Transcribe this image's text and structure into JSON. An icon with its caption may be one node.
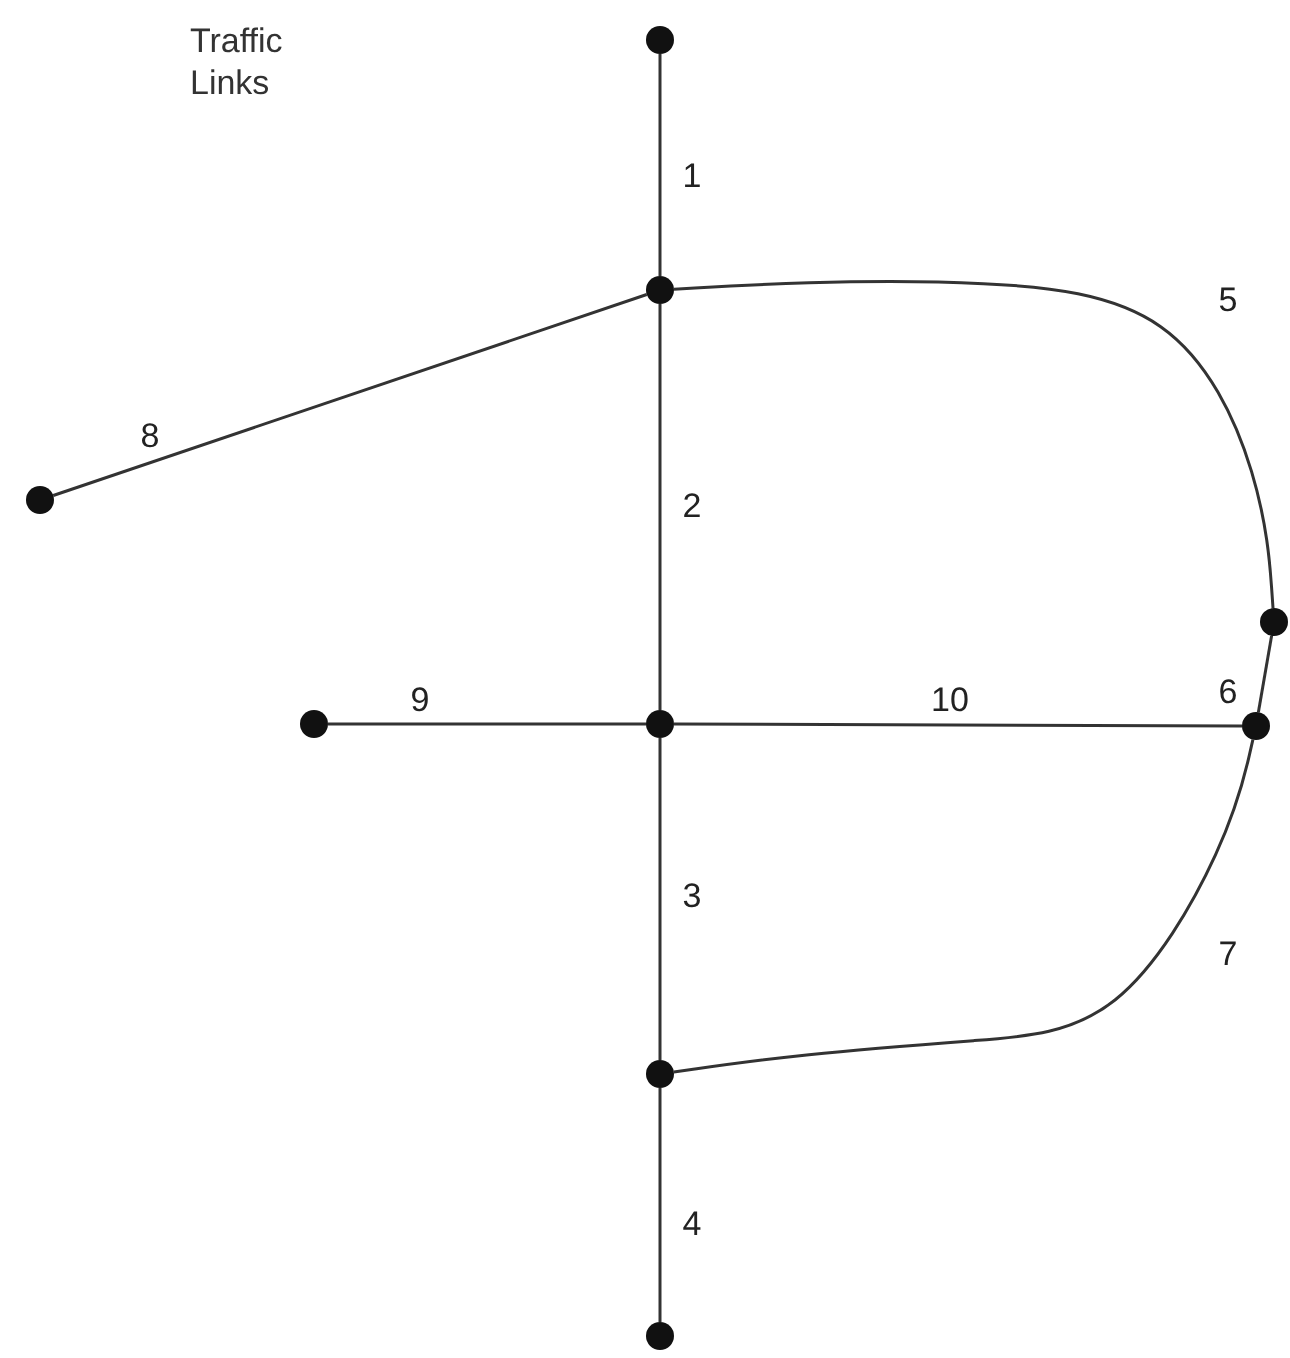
{
  "diagram": {
    "title": "Traffic Links",
    "nodes": [
      {
        "text": [],
        "shape": "circle"
      },
      {
        "text": [],
        "shape": "circle"
      },
      {
        "text": [],
        "shape": "circle"
      },
      {
        "text": [],
        "shape": "circle"
      },
      {
        "text": [],
        "shape": "circle"
      },
      {
        "text": [],
        "shape": "circle"
      },
      {
        "text": [],
        "shape": "circle"
      },
      {
        "text": [],
        "shape": "circle"
      },
      {
        "text": [],
        "shape": "circle"
      }
    ],
    "edges": [
      {
        "from": 0,
        "to": 1,
        "arrow": "none",
        "label": "1"
      },
      {
        "from": 1,
        "to": 5,
        "arrow": "none",
        "label": "2"
      },
      {
        "from": 5,
        "to": 7,
        "arrow": "none",
        "label": "3"
      },
      {
        "from": 7,
        "to": 8,
        "arrow": "none",
        "label": "4"
      },
      {
        "from": 1,
        "to": 3,
        "arrow": "none",
        "label": "5"
      },
      {
        "from": 3,
        "to": 6,
        "arrow": "none",
        "label": "6"
      },
      {
        "from": 6,
        "to": 7,
        "arrow": "none",
        "label": "7"
      },
      {
        "from": 1,
        "to": 2,
        "arrow": "none",
        "label": "8"
      },
      {
        "from": 4,
        "to": 5,
        "arrow": "none",
        "label": "9"
      },
      {
        "from": 5,
        "to": 6,
        "arrow": "none",
        "label": "10"
      }
    ]
  }
}
